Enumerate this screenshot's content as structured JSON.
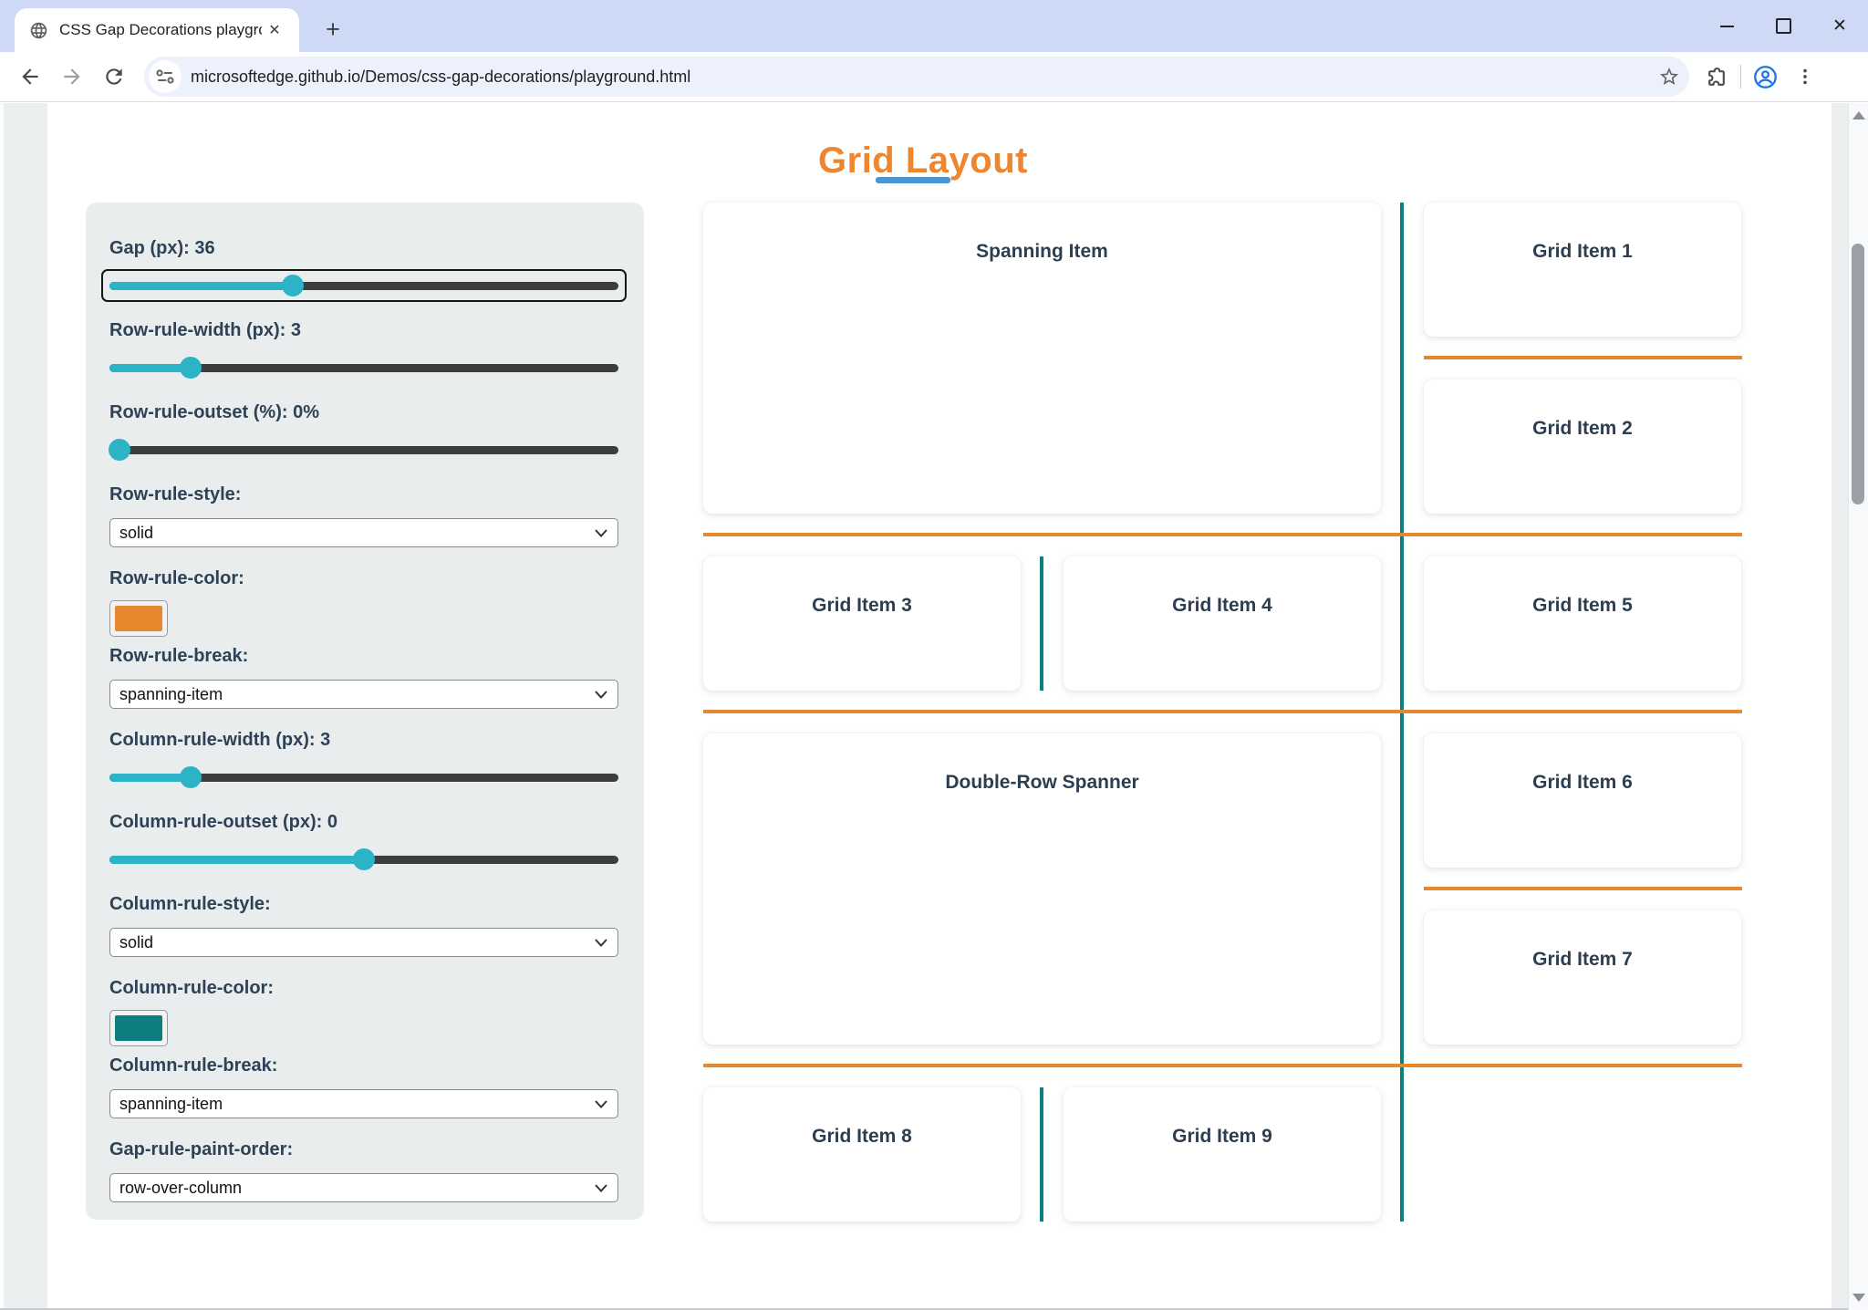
{
  "browser": {
    "tab_title": "CSS Gap Decorations playground",
    "url": "microsoftedge.github.io/Demos/css-gap-decorations/playground.html",
    "window": {
      "minimize_glyph": "—",
      "close_glyph": "✕"
    },
    "tab_close_glyph": "✕",
    "new_tab_glyph": "+"
  },
  "page": {
    "title": "Grid Layout",
    "title_color": "#ee8630",
    "underline_color": "#4a96d2"
  },
  "controls": {
    "gap": {
      "label": "Gap (px): 36",
      "percent": 36,
      "focused": true
    },
    "row_rule_width": {
      "label": "Row-rule-width (px): 3",
      "percent": 16
    },
    "row_rule_outset": {
      "label": "Row-rule-outset (%): 0%",
      "percent": 2
    },
    "row_rule_style": {
      "label": "Row-rule-style:",
      "value": "solid"
    },
    "row_rule_color": {
      "label": "Row-rule-color:",
      "color": "#e8882e"
    },
    "row_rule_break": {
      "label": "Row-rule-break:",
      "value": "spanning-item"
    },
    "column_rule_width": {
      "label": "Column-rule-width (px): 3",
      "percent": 16
    },
    "column_rule_outset": {
      "label": "Column-rule-outset (px): 0",
      "percent": 50
    },
    "column_rule_style": {
      "label": "Column-rule-style:",
      "value": "solid"
    },
    "column_rule_color": {
      "label": "Column-rule-color:",
      "color": "#0e7f80"
    },
    "column_rule_break": {
      "label": "Column-rule-break:",
      "value": "spanning-item"
    },
    "gap_rule_paint_order": {
      "label": "Gap-rule-paint-order:",
      "value": "row-over-column"
    }
  },
  "grid": {
    "row_rule_color": "#e8882e",
    "column_rule_color": "#0e7f80",
    "items": {
      "spanning": "Spanning Item",
      "g1": "Grid Item 1",
      "g2": "Grid Item 2",
      "g3": "Grid Item 3",
      "g4": "Grid Item 4",
      "g5": "Grid Item 5",
      "double_row": "Double-Row Spanner",
      "g6": "Grid Item 6",
      "g7": "Grid Item 7",
      "g8": "Grid Item 8",
      "g9": "Grid Item 9"
    }
  }
}
